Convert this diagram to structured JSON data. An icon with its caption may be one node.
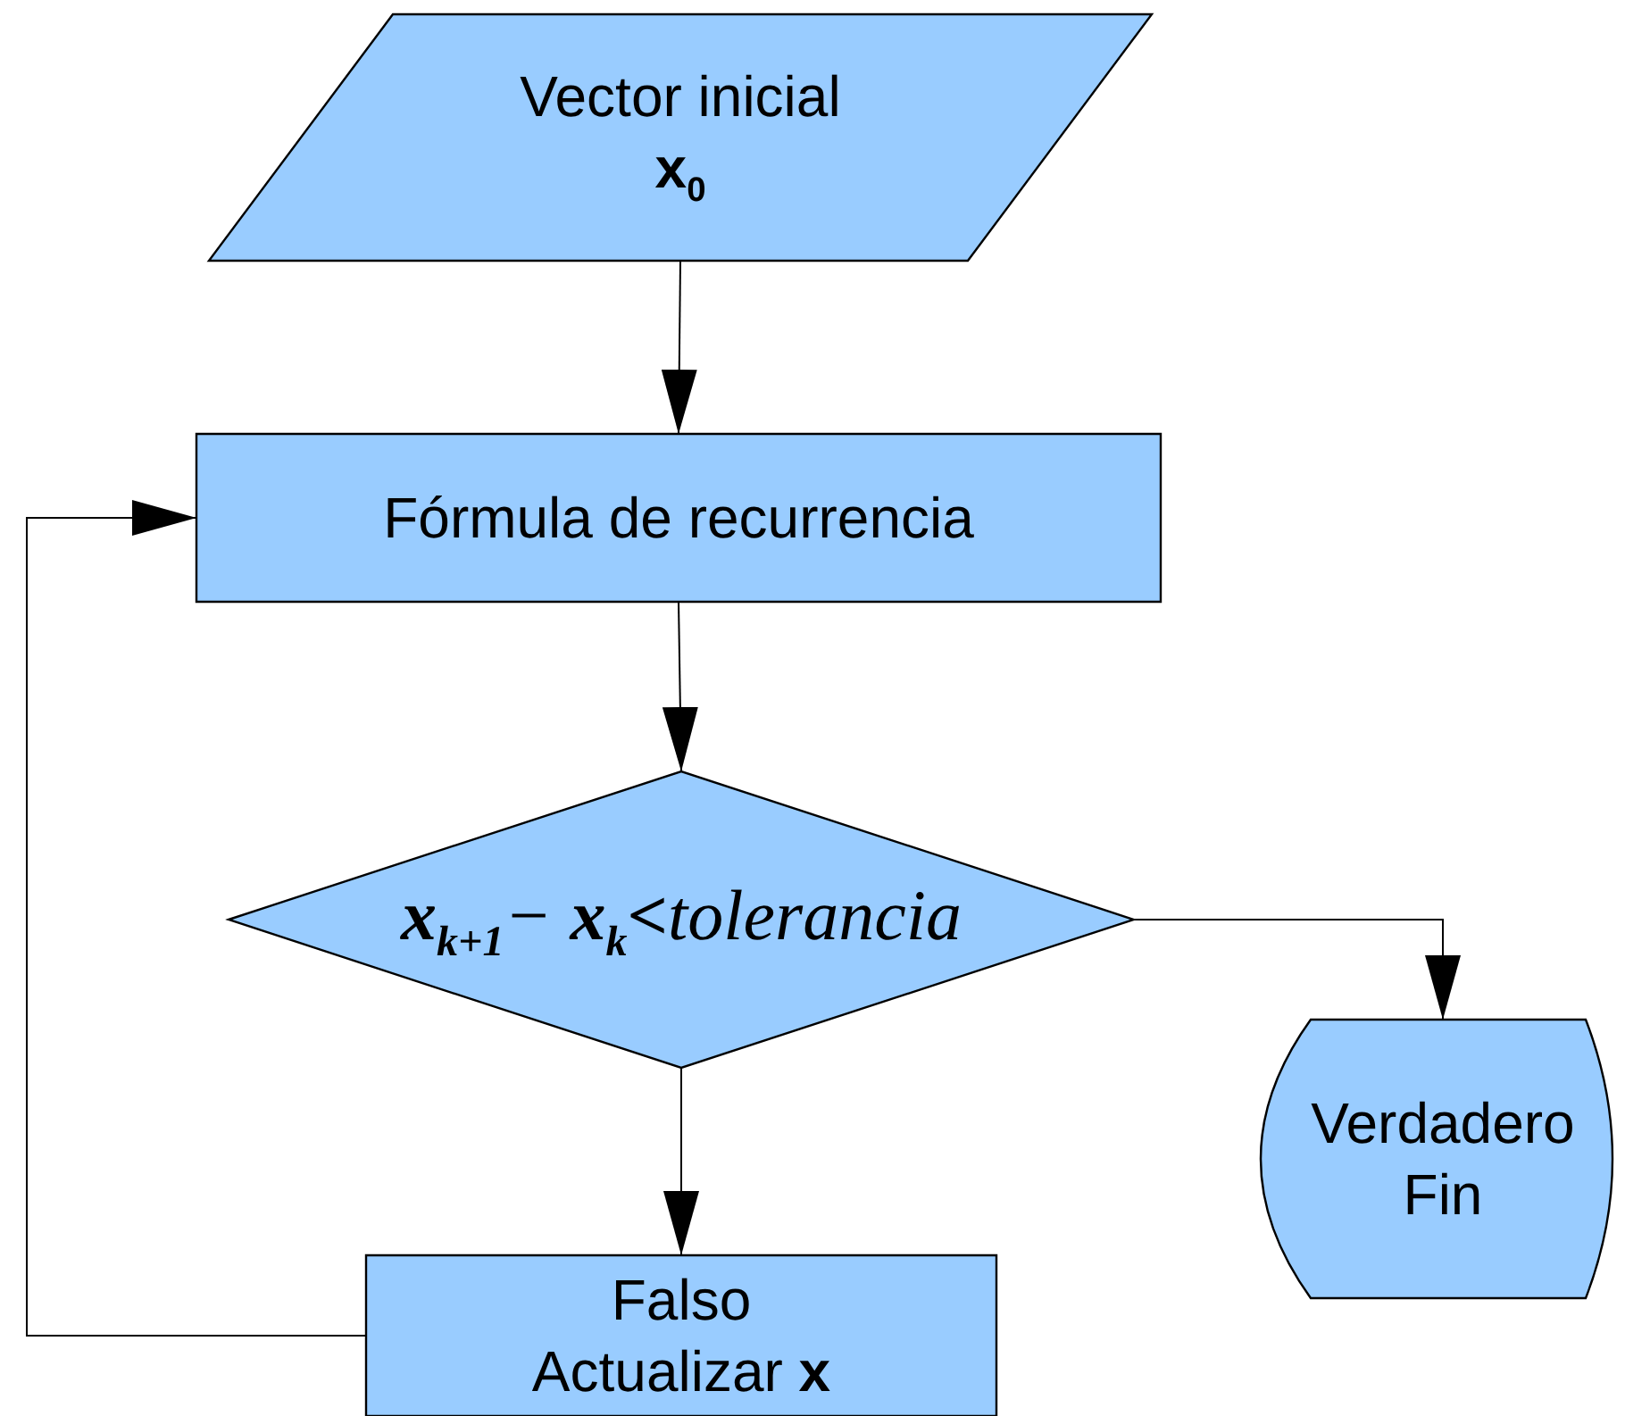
{
  "diagram": {
    "nodes": [
      {
        "text": [
          "Vector inicial",
          "**x**$_{0}$"
        ]
      },
      {
        "text": [
          "Fórmula de recurrencia"
        ]
      },
      {
        "text": [
          "**x**$_{k+1}$− **x**$_{k}$**<**tolerancia"
        ]
      },
      {
        "text": [
          "Verdadero Fin"
        ]
      },
      {
        "text": [
          "Falso",
          "Actualizar **x**"
        ]
      }
    ],
    "edges": [
      {
        "from": 0,
        "to": 1,
        "arrow": "to"
      },
      {
        "from": 1,
        "to": 2,
        "arrow": "to"
      },
      {
        "from": 2,
        "to": 3,
        "arrow": "to"
      },
      {
        "from": 2,
        "to": 4,
        "arrow": "to"
      },
      {
        "from": 4,
        "to": 1,
        "arrow": "to"
      }
    ]
  }
}
